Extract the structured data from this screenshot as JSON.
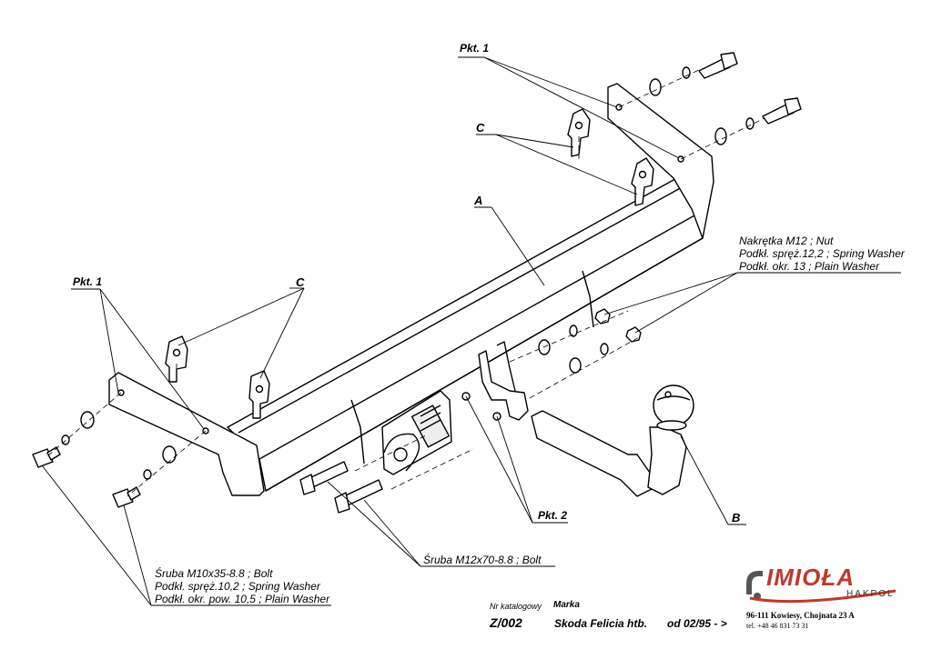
{
  "labels": {
    "pkt1_top": "Pkt. 1",
    "pkt1_left": "Pkt. 1",
    "pkt2": "Pkt. 2",
    "c_top": "C",
    "c_left": "C",
    "a": "A",
    "b": "B"
  },
  "nut_note": {
    "line1": "Nakrętka  M12 ; Nut",
    "line2": "Podkł. spręż.12,2 ; Spring Washer",
    "line3": "Podkł. okr. 13 ; Plain Washer"
  },
  "bolt_m10_note": {
    "line1": "Śruba M10x35-8.8 ;  Bolt",
    "line2": "Podkł. spręż.10,2 ; Spring Washer",
    "line3": "Podkł. okr. pow. 10,5 ; Plain Washer"
  },
  "bolt_m12_note": {
    "line1": "Śruba M12x70-8.8 ;  Bolt"
  },
  "catalog": {
    "nr_label": "Nr katalogowy",
    "marka_label": "Marka",
    "nr_value": "Z/002",
    "model": "Skoda Felicia htb.",
    "from": "od  02/95 - >"
  },
  "brand": {
    "name": "IMIOŁA",
    "sub": "HAKPOL",
    "address": "96-111 Kowiesy, Chojnata 23 A",
    "phone": "tel. +48 46 831 73 31"
  }
}
